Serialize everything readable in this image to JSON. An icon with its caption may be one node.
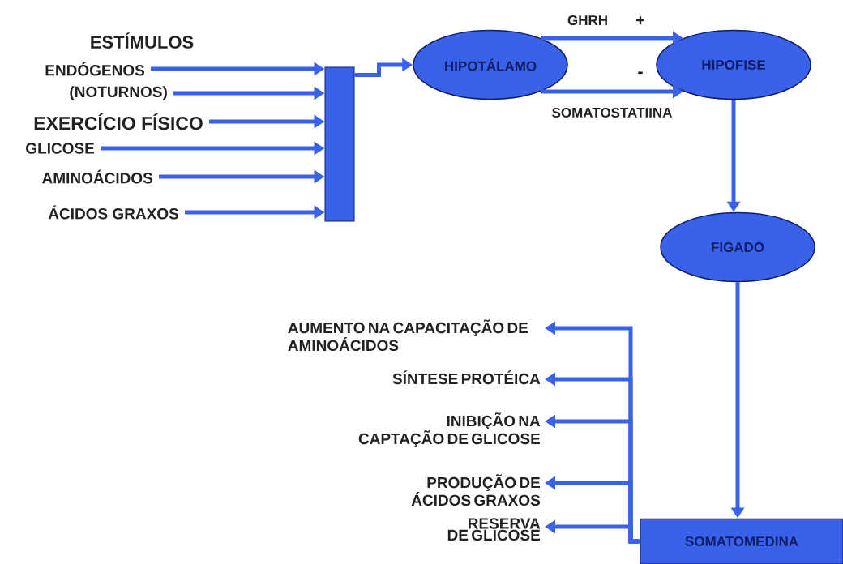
{
  "diagram": {
    "nodes": [
      {
        "text": [
          "ENDÓGENOS"
        ]
      },
      {
        "text": [
          "(NOTURNOS)"
        ]
      },
      {
        "text": [
          "EXERCÍCIO FÍSICO"
        ]
      },
      {
        "text": [
          "GLICOSE"
        ]
      },
      {
        "text": [
          "AMINOÁCIDOS"
        ]
      },
      {
        "text": [
          "ÁCIDOS GRAXOS"
        ]
      },
      {
        "text": [],
        "shape": "bar"
      },
      {
        "text": [
          "HIPOTÁLAMO"
        ]
      },
      {
        "text": [
          "HIPOFISE"
        ]
      },
      {
        "text": [
          "FIGADO"
        ]
      },
      {
        "text": [
          "SOMATOMEDINA"
        ]
      },
      {
        "text": [
          "AUMENTO NA CAPACITAÇÃO DE AMINOÁCIDOS"
        ]
      },
      {
        "text": [
          "SÍNTESE PROTÉICA"
        ]
      },
      {
        "text": [
          "INIBIÇÃO NA CAPTAÇÃO DE GLICOSE"
        ]
      },
      {
        "text": [
          "PRODUÇÃO DE ÁCIDOS GRAXOS"
        ]
      },
      {
        "text": [
          "RESERVA DE GLICOSE"
        ]
      }
    ],
    "edges": [
      {
        "from": 0,
        "to": 6,
        "arrow": "to"
      },
      {
        "from": 1,
        "to": 6,
        "arrow": "to"
      },
      {
        "from": 2,
        "to": 6,
        "arrow": "to"
      },
      {
        "from": 3,
        "to": 6,
        "arrow": "to"
      },
      {
        "from": 4,
        "to": 6,
        "arrow": "to"
      },
      {
        "from": 5,
        "to": 6,
        "arrow": "to"
      },
      {
        "from": 6,
        "to": 7,
        "arrow": "to"
      },
      {
        "from": 7,
        "to": 8,
        "arrow": "to",
        "label": "GHRH"
      },
      {
        "from": 7,
        "to": 8,
        "arrow": "to",
        "label": "SOMATOSTATIINA"
      },
      {
        "from": 8,
        "to": 9,
        "arrow": "to"
      },
      {
        "from": 9,
        "to": 10,
        "arrow": "to"
      },
      {
        "from": 10,
        "to": 11,
        "arrow": "to"
      },
      {
        "from": 10,
        "to": 12,
        "arrow": "to"
      },
      {
        "from": 10,
        "to": 13,
        "arrow": "to"
      },
      {
        "from": 10,
        "to": 14,
        "arrow": "to"
      },
      {
        "from": 10,
        "to": 15,
        "arrow": "to"
      }
    ],
    "labels": [
      "ESTÍMULOS",
      "+",
      "-"
    ]
  }
}
